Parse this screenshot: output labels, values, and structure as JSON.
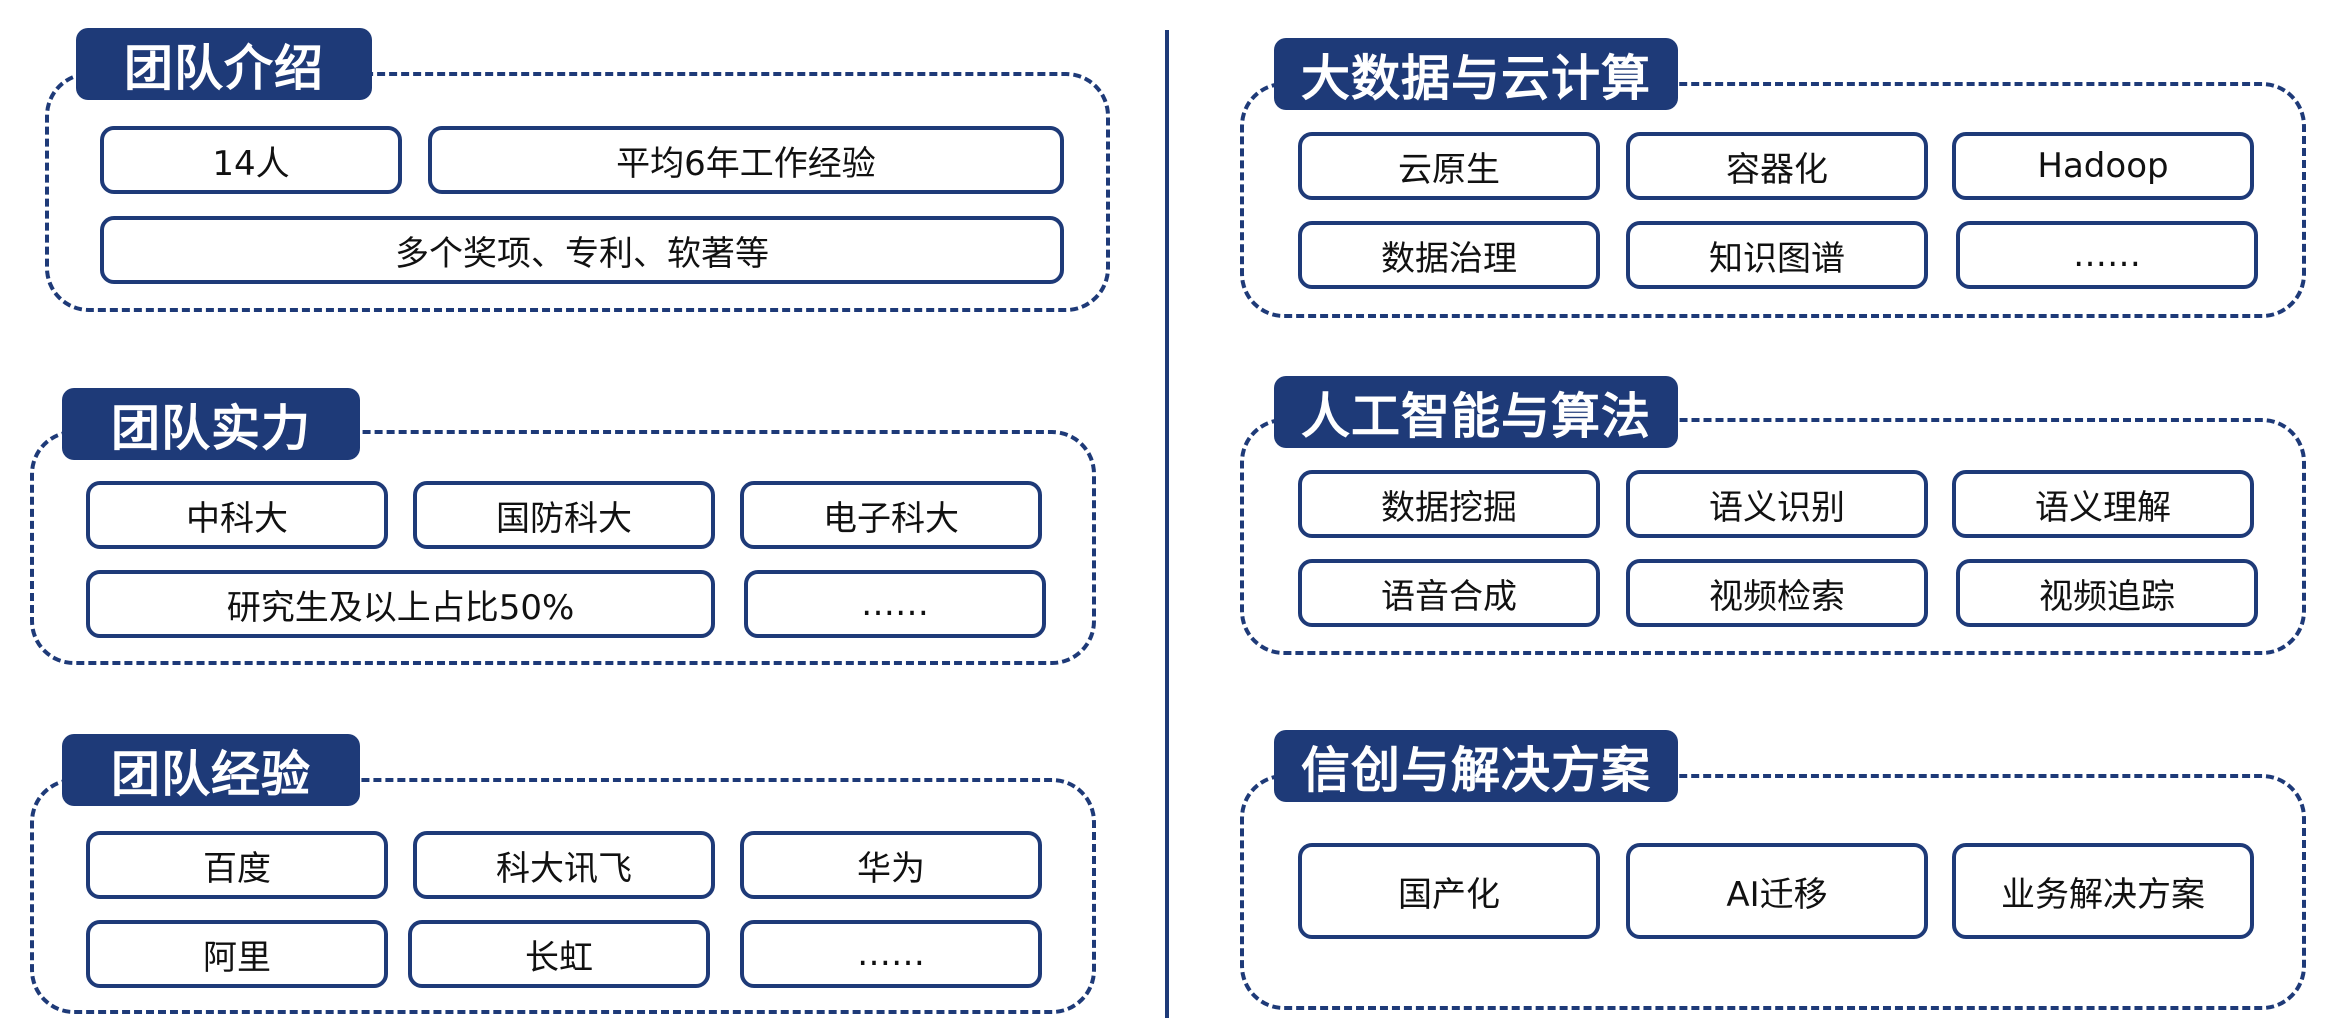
{
  "team_intro": {
    "title": "团队介绍",
    "items": [
      "14人",
      "平均6年工作经验",
      "多个奖项、专利、软著等"
    ]
  },
  "team_strength": {
    "title": "团队实力",
    "items": [
      "中科大",
      "国防科大",
      "电子科大",
      "研究生及以上占比50%",
      "……"
    ]
  },
  "team_experience": {
    "title": "团队经验",
    "items": [
      "百度",
      "科大讯飞",
      "华为",
      "阿里",
      "长虹",
      "……"
    ]
  },
  "big_data_cloud": {
    "title": "大数据与云计算",
    "items": [
      "云原生",
      "容器化",
      "Hadoop",
      "数据治理",
      "知识图谱",
      "……"
    ]
  },
  "ai_algorithms": {
    "title": "人工智能与算法",
    "items": [
      "数据挖掘",
      "语义识别",
      "语义理解",
      "语音合成",
      "视频检索",
      "视频追踪"
    ]
  },
  "xinchuang_solutions": {
    "title": "信创与解决方案",
    "items": [
      "国产化",
      "AI迁移",
      "业务解决方案"
    ]
  },
  "colors": {
    "primary": "#1e3a78",
    "background": "#ffffff",
    "text": "#111111"
  }
}
